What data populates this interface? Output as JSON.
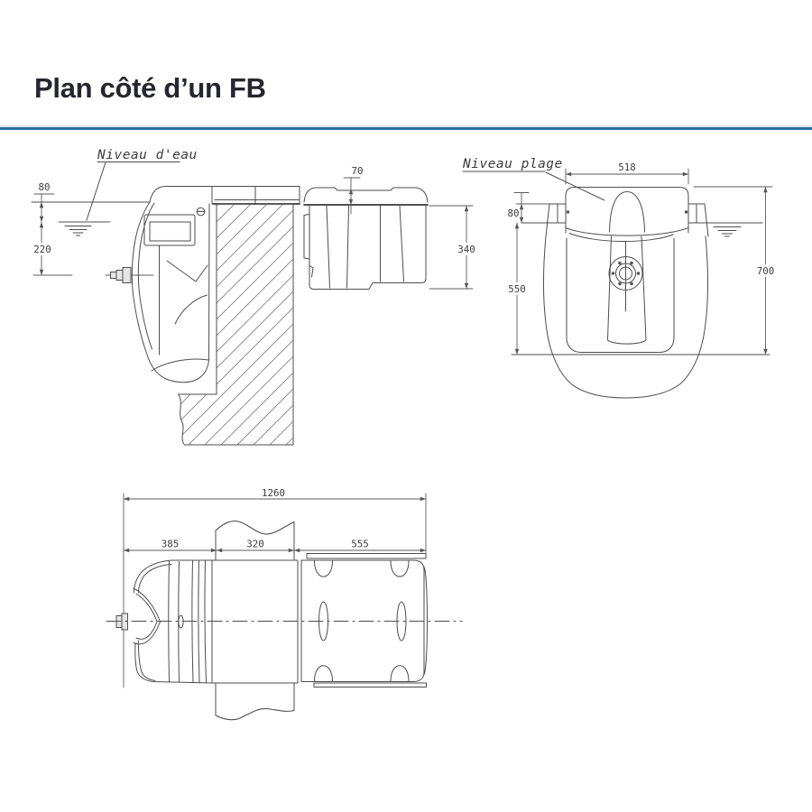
{
  "page": {
    "title": "Plan côté d’un FB"
  },
  "theme": {
    "divider_color": "#2e6f9e",
    "title_color": "#26262e",
    "line_color": "#4d4d4d"
  },
  "views": {
    "side": {
      "water_level_label": "Niveau d'eau",
      "dim_deck_to_water": "80",
      "dim_water_to_nozzle": "220",
      "dim_lid_height": "70",
      "dim_box_height": "340"
    },
    "front": {
      "beach_level_label": "Niveau plage",
      "dim_lid_width": "518",
      "dim_beach_to_water": "80",
      "dim_water_to_floor": "550",
      "dim_overall_height": "700"
    },
    "top": {
      "dim_overall_length": "1260",
      "dim_front_length": "385",
      "dim_wall_thickness": "320",
      "dim_box_length": "555"
    }
  }
}
